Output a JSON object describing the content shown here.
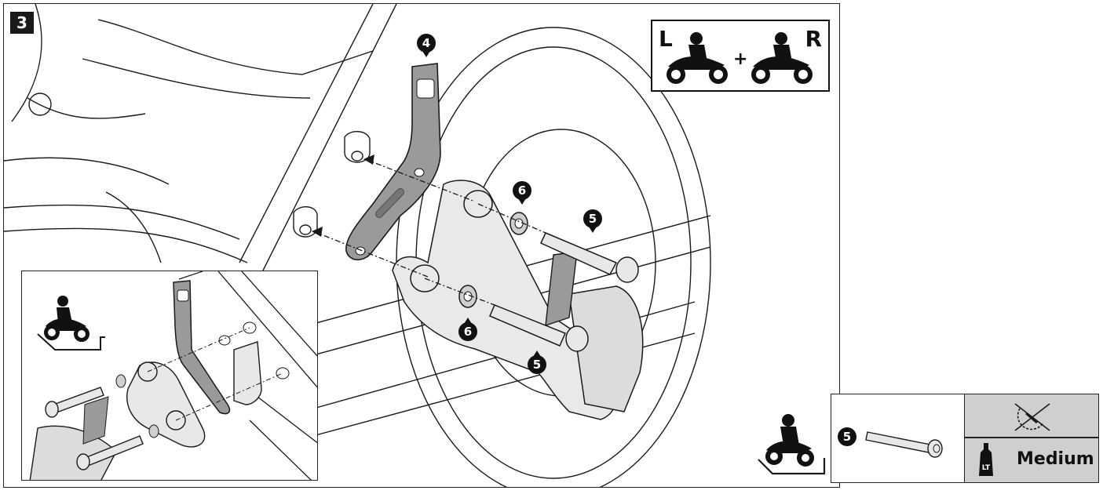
{
  "step": {
    "number": "3"
  },
  "side_box": {
    "left_label": "L",
    "right_label": "R",
    "plus": "+"
  },
  "callouts": {
    "bracket": "4",
    "bolt": "5",
    "washer": "6"
  },
  "spec_box": {
    "part_number": "5",
    "threadlock_label": "Medium",
    "tool_icon": "no-wrench-icon",
    "threadlock_icon": "threadlock-bottle-icon",
    "threadlock_bottle_text": "LT"
  },
  "icons": {
    "motorcycle": "motorcycle-rider-icon",
    "orientation": "motorcycle-side-arrow-icon"
  },
  "colors": {
    "line": "#1a1a1a",
    "fill_gray": "#9a9a9a",
    "bg": "#ffffff",
    "panel_gray": "#cfcfcf"
  }
}
